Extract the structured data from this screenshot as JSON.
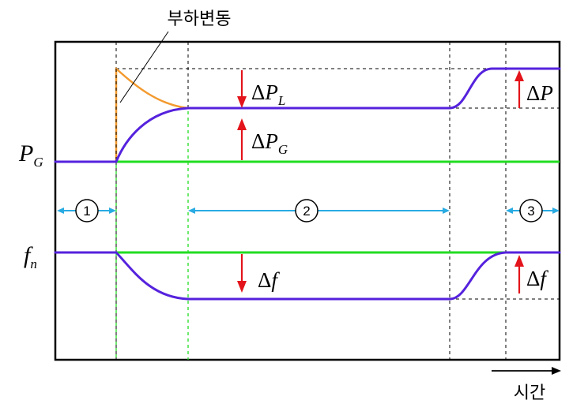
{
  "annotation": {
    "label": "부하변동"
  },
  "axis_labels": {
    "power": {
      "symbol": "P",
      "subscript": "G"
    },
    "frequency": {
      "symbol": "f",
      "subscript": "n"
    }
  },
  "deltas": {
    "load_change": {
      "prefix": "Δ",
      "symbol": "P",
      "subscript": "L"
    },
    "generation_change": {
      "prefix": "Δ",
      "symbol": "P",
      "subscript": "G"
    },
    "frequency_drop": {
      "prefix": "Δ",
      "symbol": "f"
    },
    "power_restore": {
      "prefix": "Δ",
      "symbol": "P"
    },
    "frequency_restore": {
      "prefix": "Δ",
      "symbol": "f"
    }
  },
  "regions": [
    {
      "label": "1"
    },
    {
      "label": "2"
    },
    {
      "label": "3"
    }
  ],
  "time_axis": {
    "label": "시간"
  },
  "colors": {
    "response_curve": "#5522dd",
    "load_step": "#f39a2e",
    "reference_level": "#22dd22",
    "delta_arrow": "#e3141b",
    "region_arrow": "#29abe2"
  }
}
